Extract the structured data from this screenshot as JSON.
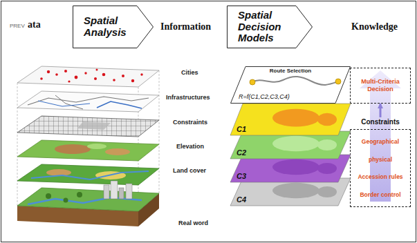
{
  "diagram": {
    "nodes": [
      {
        "text": [
          "Spatial Analysis"
        ]
      },
      {
        "text": [
          "Spatial Decision Models"
        ]
      },
      {
        "text": [
          "Route Selection",
          "R=f(C1,C2,C3,C4)"
        ]
      },
      {
        "text": [
          "C1"
        ]
      },
      {
        "text": [
          "C2"
        ]
      },
      {
        "text": [
          "C3"
        ]
      },
      {
        "text": [
          "C4"
        ]
      },
      {
        "text": [
          "Multi-Criteria Decision"
        ]
      },
      {
        "text": [
          "Constraints",
          "Geographical",
          "physical",
          "Accession rules",
          "Border control"
        ]
      }
    ],
    "edges": [
      {
        "from": 8,
        "to": 7,
        "arrow": "to"
      }
    ],
    "labels": [
      "PREV",
      "ata",
      "Information",
      "Knowledge",
      "Cities",
      "Infrastructures",
      "Constraints",
      "Elevation",
      "Land cover",
      "Real word"
    ]
  }
}
